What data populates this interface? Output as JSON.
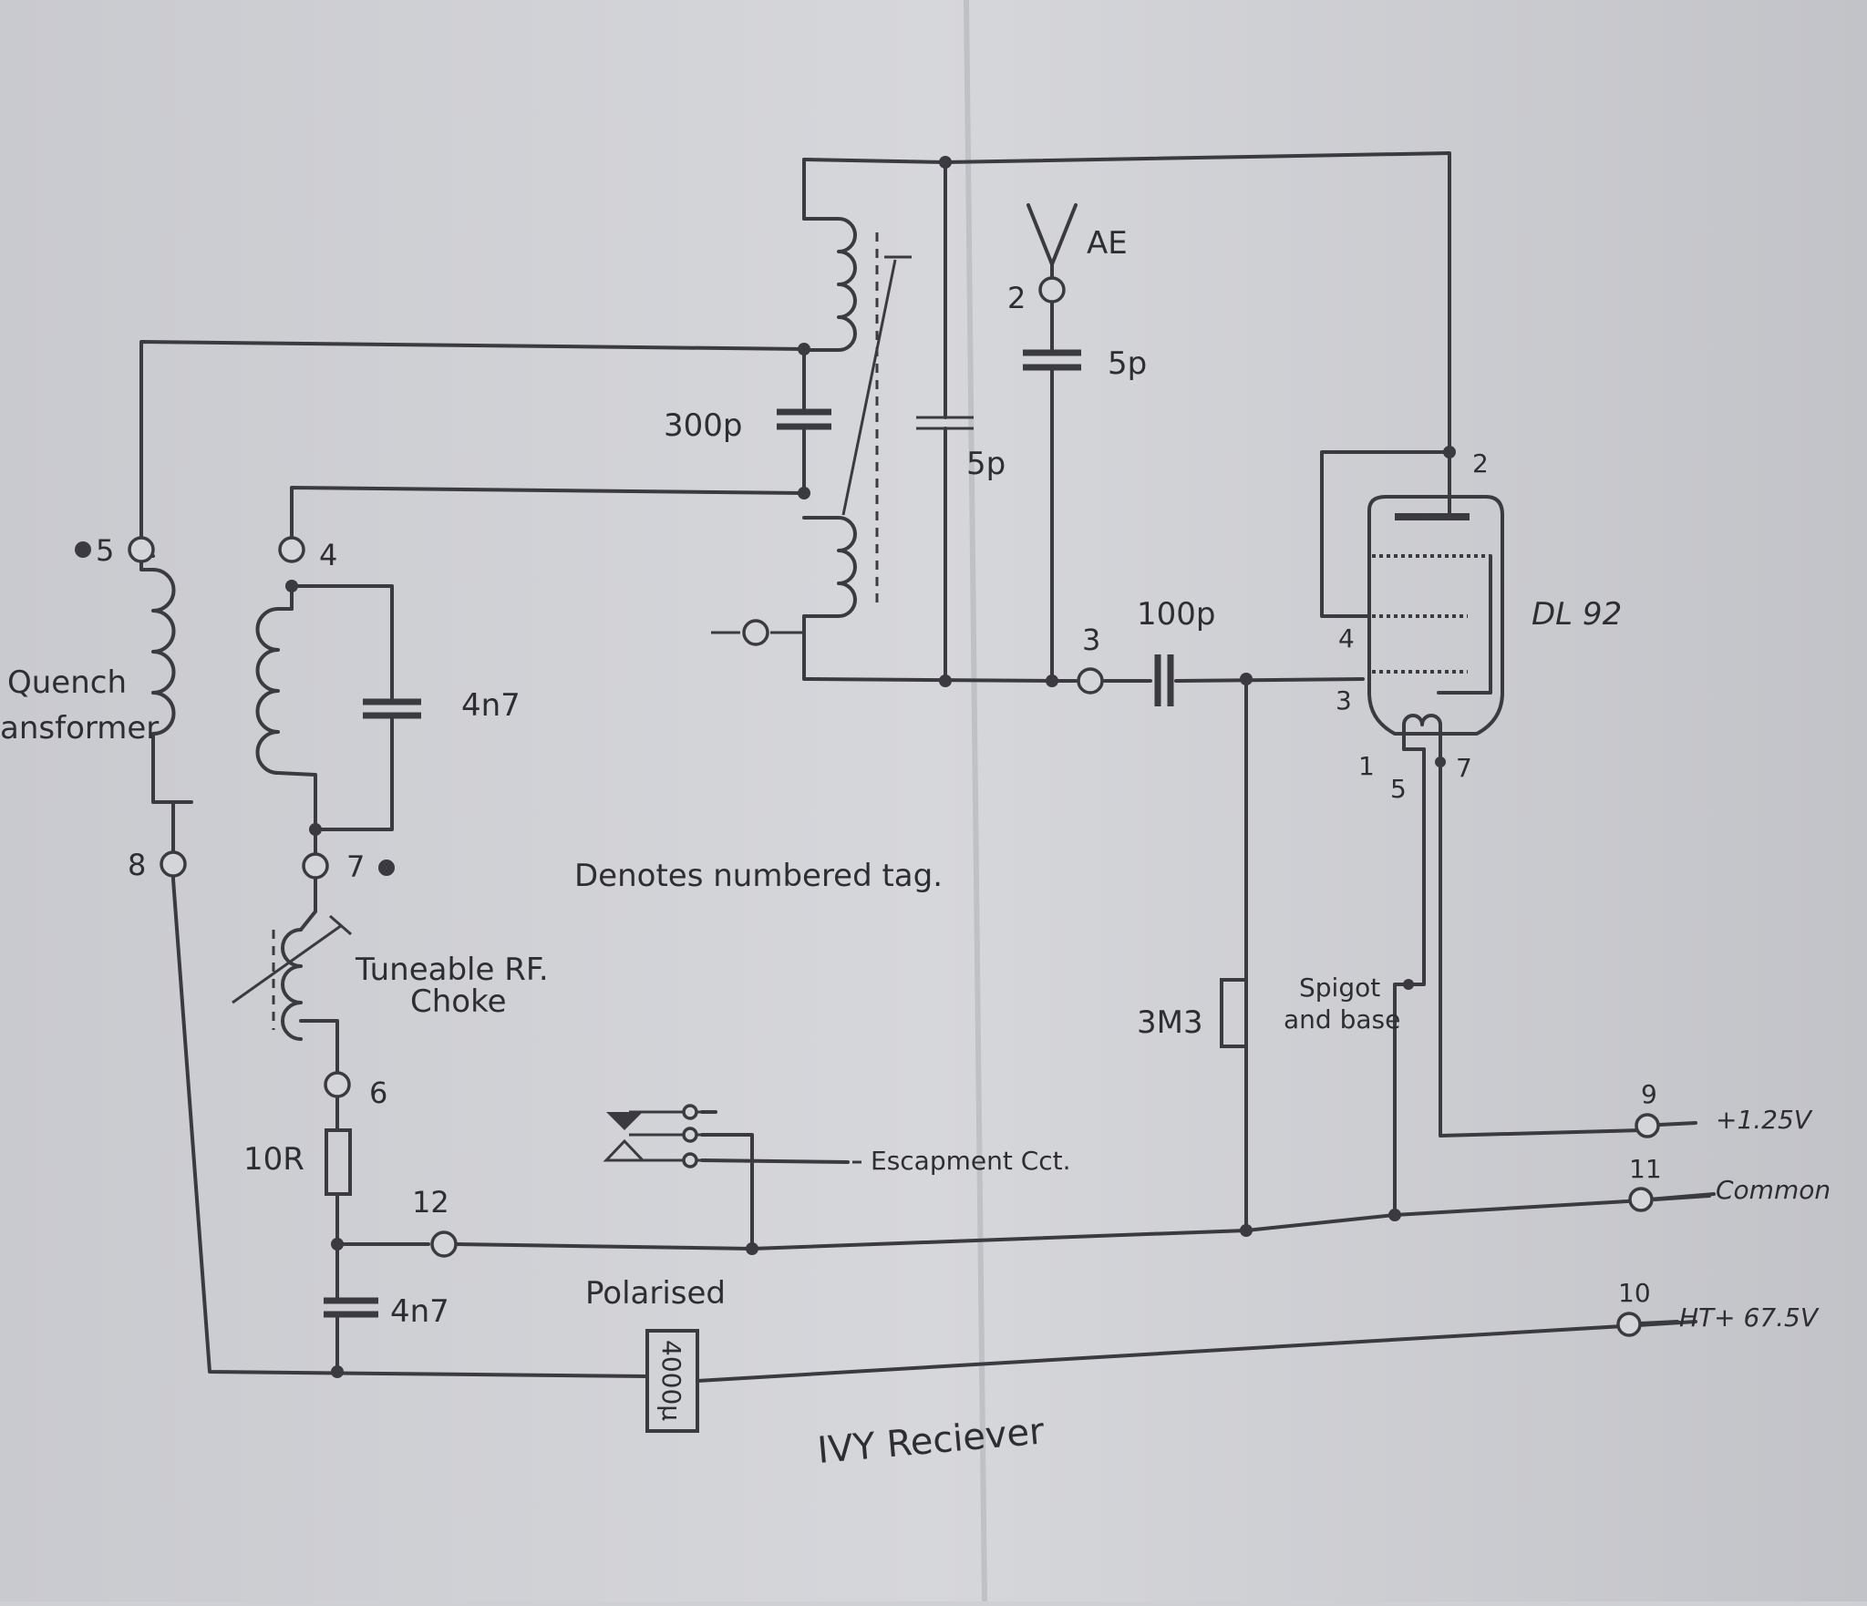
{
  "title": "IVY Reciever",
  "legend_text": "Denotes numbered tag.",
  "valve": {
    "type": "DL 92",
    "pins": [
      "2",
      "4",
      "3",
      "1",
      "5",
      "7"
    ]
  },
  "components": {
    "quench_transformer": "Quench\nransformer",
    "quench_line1": "Quench",
    "quench_line2": "ansformer",
    "c_300p": "300p",
    "c_5p_trim": "5p",
    "c_5p_ae": "5p",
    "c_100p": "100p",
    "c_4n7_tank": "4n7",
    "c_4n7_bypass": "4n7",
    "r_10r": "10R",
    "r_3m3": "3M3",
    "electrolytic_value": "4000µ",
    "polarised": "Polarised",
    "choke_line1": "Tuneable RF.",
    "choke_line2": "Choke",
    "spigot_line1": "Spigot",
    "spigot_line2": "and base",
    "escapement": "Escapment Cct.",
    "aerial": "AE"
  },
  "tags": {
    "t2": "2",
    "t3": "3",
    "t4": "4",
    "t5": "5",
    "t6": "6",
    "t7": "7",
    "t8": "8",
    "t9": "9",
    "t10": "10",
    "t11": "11",
    "t12": "12"
  },
  "supplies": {
    "plus_125": "+1.25V",
    "common": "Common",
    "ht": "HT+ 67.5V"
  },
  "colors": {
    "paper": "#cfd0d4",
    "ink": "#3a3a40"
  }
}
